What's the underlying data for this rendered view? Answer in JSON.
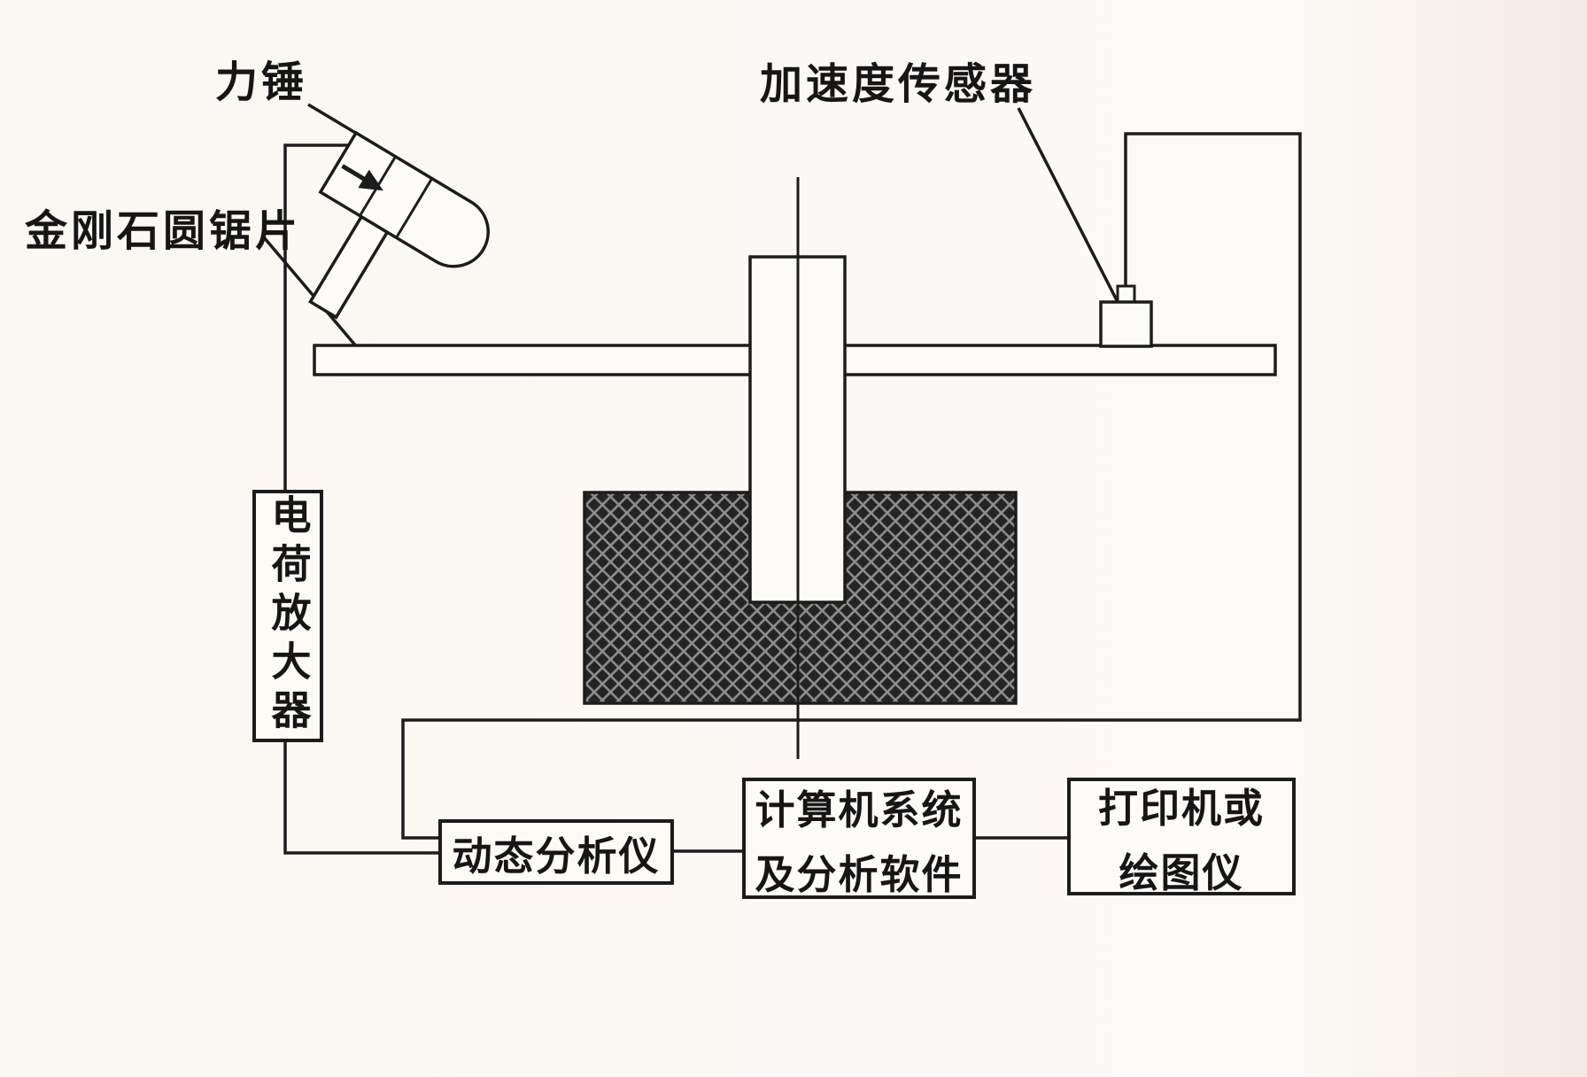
{
  "diagram": {
    "description": "Experimental modal test setup schematic for a diamond circular saw blade",
    "labels": {
      "hammer": "力锤",
      "accelerometer": "加速度传感器",
      "saw_blade": "金刚石圆锯片",
      "charge_amplifier": "电荷放大器",
      "dynamic_analyzer": "动态分析仪",
      "computer_line1": "计算机系统",
      "computer_line2": "及分析软件",
      "printer_line1": "打印机或",
      "printer_line2": "绘图仪"
    },
    "colors": {
      "paper_background": "#fbf7f3",
      "line": "#1c1c1c",
      "hatch_background": "#242424",
      "hatch_line": "#8f8f8f",
      "shape_fill": "#fdfbf8"
    }
  }
}
